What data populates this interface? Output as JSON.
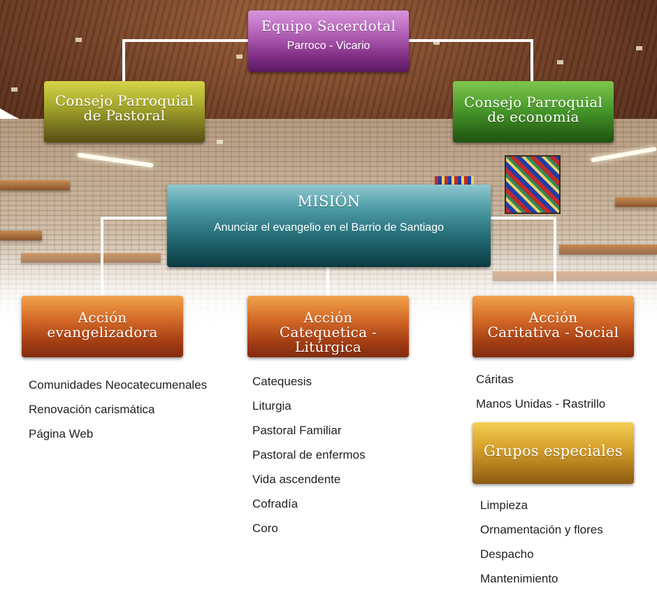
{
  "equipo": {
    "title": "Equipo Sacerdotal",
    "subtitle": "Parroco - Vicario"
  },
  "consejo_pastoral": {
    "line1": "Consejo Parroquial",
    "line2": "de Pastoral"
  },
  "consejo_economia": {
    "line1": "Consejo Parroquial",
    "line2": "de economía"
  },
  "mision": {
    "title": "MISIÓN",
    "subtitle": "Anunciar el evangelio en el Barrio de Santiago"
  },
  "acciones": [
    {
      "line1": "Acción",
      "line2": "evangelizadora"
    },
    {
      "line1": "Acción",
      "line2": "Catequetica - Litúrgica"
    },
    {
      "line1": "Acción",
      "line2": "Caritativa - Social"
    }
  ],
  "lists": {
    "evangelizadora": [
      "Comunidades Neocatecumenales",
      "Renovación carismática",
      "Página Web"
    ],
    "catequetica": [
      "Catequesis",
      "Liturgia",
      "Pastoral Familiar",
      "Pastoral de enfermos",
      "Vida ascendente",
      "Cofradía",
      "Coro"
    ],
    "caritativa": [
      "Cáritas",
      "Manos Unidas - Rastrillo"
    ],
    "grupos": [
      "Limpieza",
      "Ornamentación y flores",
      "Despacho",
      "Mantenimiento"
    ]
  },
  "grupos": {
    "title": "Grupos especiales"
  },
  "colors": {
    "equipo": "#9c4ba2",
    "pastoral": "#a6a82c",
    "economia": "#3d8a24",
    "mision": "#1f6670",
    "accion": "#c2561f",
    "grupos": "#cf972a",
    "connector": "#ffffff"
  }
}
